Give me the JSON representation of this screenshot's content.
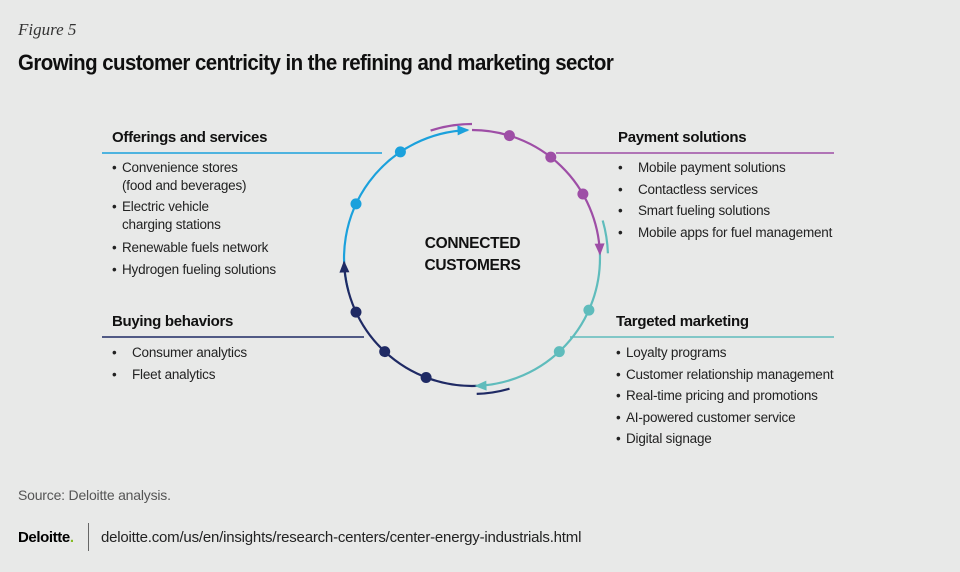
{
  "figure_label": "Figure 5",
  "title": "Growing customer centricity in the refining and marketing sector",
  "center": {
    "line1": "CONNECTED",
    "line2": "CUSTOMERS"
  },
  "colors": {
    "offerings": "#1ba1dc",
    "payment": "#9e4ea6",
    "marketing": "#5fbcbc",
    "buying": "#1f2a64"
  },
  "blocks": {
    "offerings": {
      "heading": "Offerings and services",
      "items": [
        {
          "line1": "Convenience stores",
          "line2": "(food and beverages)"
        },
        {
          "line1": "Electric vehicle",
          "line2": "charging stations"
        },
        {
          "line1": "Renewable fuels network"
        },
        {
          "line1": "Hydrogen fueling solutions"
        }
      ]
    },
    "payment": {
      "heading": "Payment solutions",
      "items": [
        "Mobile payment solutions",
        "Contactless services",
        "Smart fueling solutions",
        "Mobile apps for fuel management"
      ]
    },
    "buying": {
      "heading": "Buying behaviors",
      "items": [
        "Consumer analytics",
        "Fleet analytics"
      ]
    },
    "marketing": {
      "heading": "Targeted marketing",
      "items": [
        "Loyalty programs",
        "Customer relationship management",
        "Real-time pricing and promotions",
        "AI-powered customer service",
        "Digital signage"
      ]
    }
  },
  "bullet": "•",
  "source": "Source: Deloitte analysis.",
  "footer": {
    "logo": "Deloitte",
    "logo_dot": ".",
    "url": "deloitte.com/us/en/insights/research-centers/center-energy-industrials.html"
  }
}
